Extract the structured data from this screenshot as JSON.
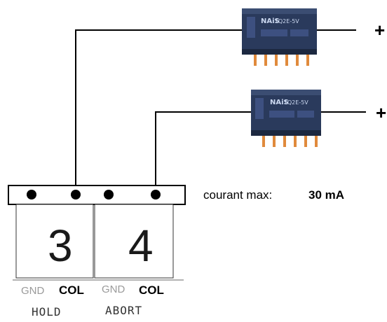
{
  "supply": {
    "relay1_sign": "+",
    "relay2_sign": "+"
  },
  "relays": [
    {
      "brand": "NAiS",
      "model": "TQ2E-5V"
    },
    {
      "brand": "NAiS",
      "model": "TQ2E-5V"
    }
  ],
  "terminal_block": {
    "modules": [
      {
        "number": "3",
        "gnd_label": "GND",
        "col_label": "COL",
        "function": "HOLD"
      },
      {
        "number": "4",
        "gnd_label": "GND",
        "col_label": "COL",
        "function": "ABORT"
      }
    ]
  },
  "note": {
    "label": "courant max:",
    "value": "30 mA"
  },
  "colors": {
    "relay_body": "#2a3a5c",
    "relay_pins": "#e08a3c",
    "wire": "#000000"
  }
}
